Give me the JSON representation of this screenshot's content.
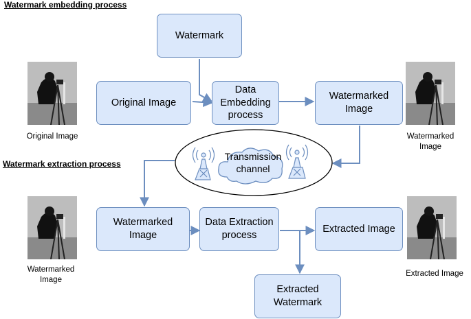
{
  "embedding_heading": "Watermark embedding process",
  "extraction_heading": "Watermark extraction process",
  "boxes": {
    "watermark": "Watermark",
    "original_image": "Original Image",
    "data_embedding": "Data Embedding process",
    "watermarked_image_top": "Watermarked Image",
    "watermarked_image_bottom": "Watermarked Image",
    "data_extraction": "Data Extraction process",
    "extracted_image": "Extracted Image",
    "extracted_watermark": "Extracted Watermark"
  },
  "captions": {
    "original_image": "Original Image",
    "watermarked_top": "Watermarked Image",
    "watermarked_bottom": "Watermarked Image",
    "extracted_image": "Extracted Image"
  },
  "channel_label": "Transmission channel",
  "colors": {
    "box_fill": "#dbe8fb",
    "box_border": "#6c8ebf",
    "arrow": "#6c8ebf"
  }
}
